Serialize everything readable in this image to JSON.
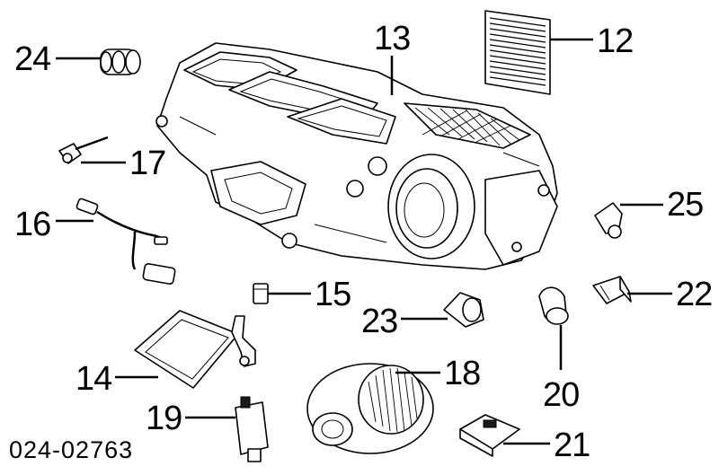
{
  "diagram_code": "024-02763",
  "parts": [
    {
      "id": "p12",
      "label": "12",
      "name": "cabin-air-filter"
    },
    {
      "id": "p13",
      "label": "13",
      "name": "heater-housing"
    },
    {
      "id": "p14",
      "label": "14",
      "name": "heater-core"
    },
    {
      "id": "p15",
      "label": "15",
      "name": "small-sensor"
    },
    {
      "id": "p16",
      "label": "16",
      "name": "sensor-harness"
    },
    {
      "id": "p17",
      "label": "17",
      "name": "temperature-probe"
    },
    {
      "id": "p18",
      "label": "18",
      "name": "blower-motor"
    },
    {
      "id": "p19",
      "label": "19",
      "name": "blower-resistor"
    },
    {
      "id": "p20",
      "label": "20",
      "name": "actuator-unit"
    },
    {
      "id": "p21",
      "label": "21",
      "name": "flap-actuator"
    },
    {
      "id": "p22",
      "label": "22",
      "name": "clip-22"
    },
    {
      "id": "p23",
      "label": "23",
      "name": "duct-connector"
    },
    {
      "id": "p24",
      "label": "24",
      "name": "grommet-set"
    },
    {
      "id": "p25",
      "label": "25",
      "name": "clip-25"
    }
  ]
}
